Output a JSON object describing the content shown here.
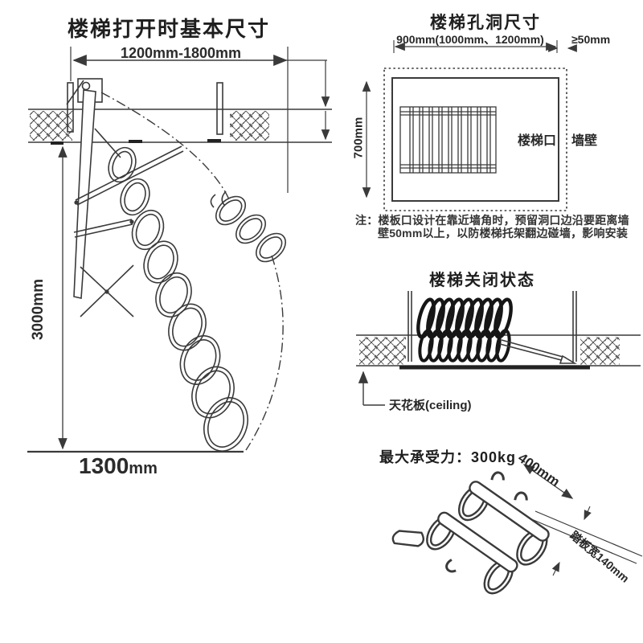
{
  "colors": {
    "line": "#3a3a3a",
    "ink": "#1f1f1f",
    "background": "#ffffff"
  },
  "open_dimensions": {
    "title": "楼梯打开时基本尺寸",
    "width_range": "1200mm-1800mm",
    "height": "3000mm",
    "floor_distance_value": "1300",
    "floor_distance_unit": "mm"
  },
  "hole_dimensions": {
    "title": "楼梯孔洞尺寸",
    "width": "900mm(1000mm、1200mm)",
    "wall_gap": "≥50mm",
    "depth": "700mm",
    "opening_label": "楼梯口",
    "wall_label": "墙壁",
    "note_line1": "注：楼板口设计在靠近墙角时，预留洞口边沿要距离墙",
    "note_line2": "壁50mm以上，以防楼梯托架翻边碰墙，影响安装"
  },
  "closed_state": {
    "title": "楼梯关闭状态",
    "ceiling_label": "天花板(ceiling)"
  },
  "load_info": {
    "max_load": "最大承受力：300kg",
    "step_length": "400mm",
    "tread_width": "踏板宽140mm"
  }
}
